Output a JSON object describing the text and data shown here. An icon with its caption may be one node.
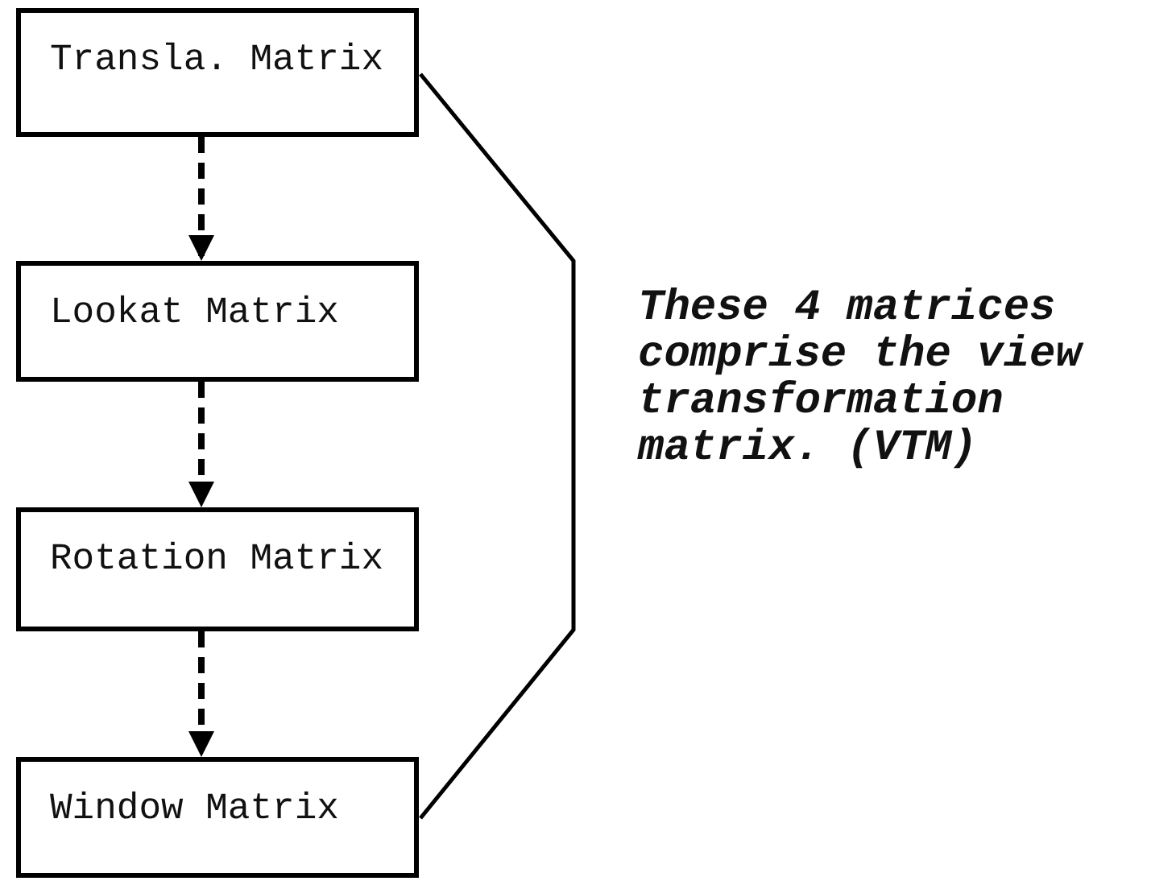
{
  "diagram": {
    "nodes": [
      {
        "text": [
          "Transla. Matrix"
        ]
      },
      {
        "text": [
          "Lookat Matrix"
        ]
      },
      {
        "text": [
          "Rotation Matrix"
        ]
      },
      {
        "text": [
          "Window Matrix"
        ]
      }
    ],
    "edges": [
      {
        "from": 0,
        "to": 1,
        "arrow": "to",
        "style": "dashed"
      },
      {
        "from": 1,
        "to": 2,
        "arrow": "to",
        "style": "dashed"
      },
      {
        "from": 2,
        "to": 3,
        "arrow": "to",
        "style": "dashed"
      }
    ],
    "labels": [
      "These 4 matrices comprise the view transformation matrix. (VTM)"
    ]
  }
}
